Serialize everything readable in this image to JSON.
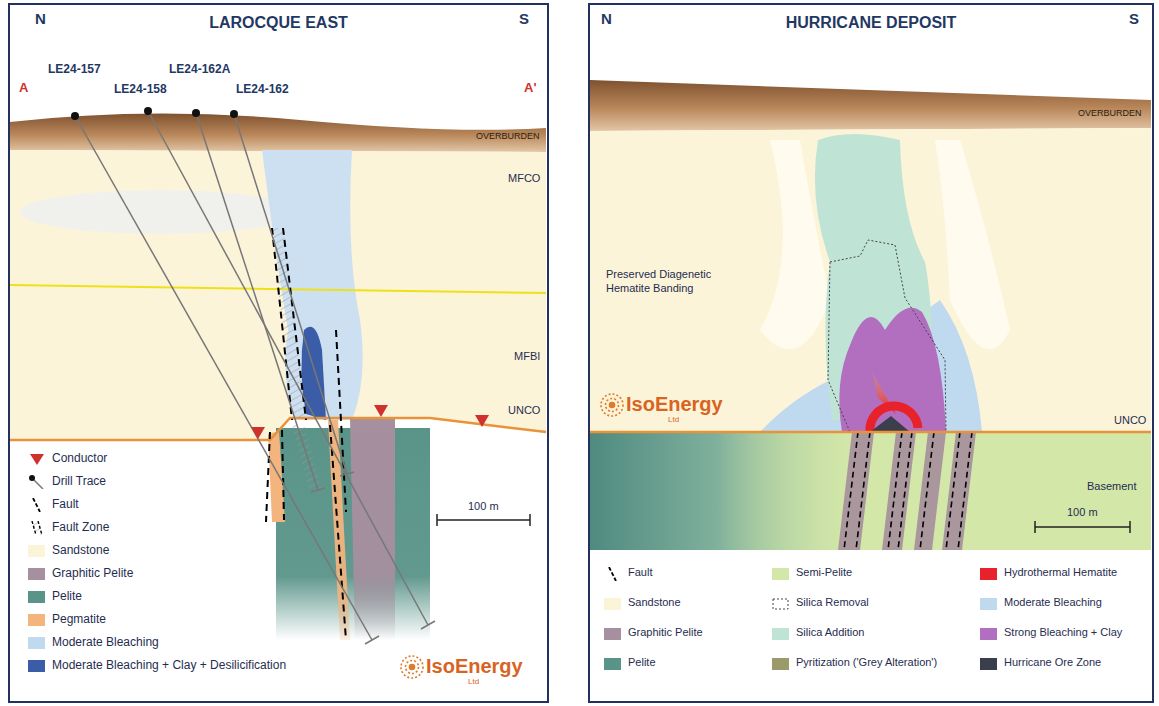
{
  "diagram": {
    "nodes": [
      {
        "text": [
          "LAROCQUE EAST"
        ]
      },
      {
        "text": [
          "HURRICANE DEPOSIT"
        ]
      }
    ],
    "labels": [
      "N",
      "S",
      "A",
      "A'",
      "LE24-157",
      "LE24-158",
      "LE24-162A",
      "LE24-162",
      "OVERBURDEN",
      "MFCO",
      "MFBI",
      "UNCO",
      "100 m",
      "IsoEnergy",
      "Ltd",
      "N",
      "S",
      "OVERBURDEN",
      "Preserved Diagenetic Hematite Banding",
      "IsoEnergy",
      "Ltd",
      "UNCO",
      "Basement",
      "100 m"
    ],
    "legend": [
      {
        "text": "Conductor"
      },
      {
        "text": "Drill Trace"
      },
      {
        "text": "Fault"
      },
      {
        "text": "Fault Zone"
      },
      {
        "text": "Sandstone",
        "color": "#fcf4d9"
      },
      {
        "text": "Graphitic Pelite",
        "color": "#a68f9e"
      },
      {
        "text": "Pelite",
        "color": "#5a9489"
      },
      {
        "text": "Pegmatite",
        "color": "#f3b47e"
      },
      {
        "text": "Moderate Bleaching",
        "color": "#bfd9ef"
      },
      {
        "text": "Moderate Bleaching + Clay + Desilicification",
        "color": "#3b5ca6"
      },
      {
        "text": "Fault"
      },
      {
        "text": "Sandstone",
        "color": "#fcf4d9"
      },
      {
        "text": "Graphitic Pelite",
        "color": "#a68f9e"
      },
      {
        "text": "Pelite",
        "color": "#5a9489"
      },
      {
        "text": "Semi-Pelite",
        "color": "#d3e7a8"
      },
      {
        "text": "Silica Removal"
      },
      {
        "text": "Silica Addition",
        "color": "#bfe3d5"
      },
      {
        "text": "Pyritization ('Grey Alteration')",
        "color": "#9a9a6b"
      },
      {
        "text": "Hydrothermal Hematite",
        "color": "#e8222a"
      },
      {
        "text": "Moderate Bleaching",
        "color": "#bfd9ef"
      },
      {
        "text": "Strong Bleaching + Clay",
        "color": "#b26fc0"
      },
      {
        "text": "Hurricane Ore Zone",
        "color": "#3a3f4b"
      }
    ]
  }
}
